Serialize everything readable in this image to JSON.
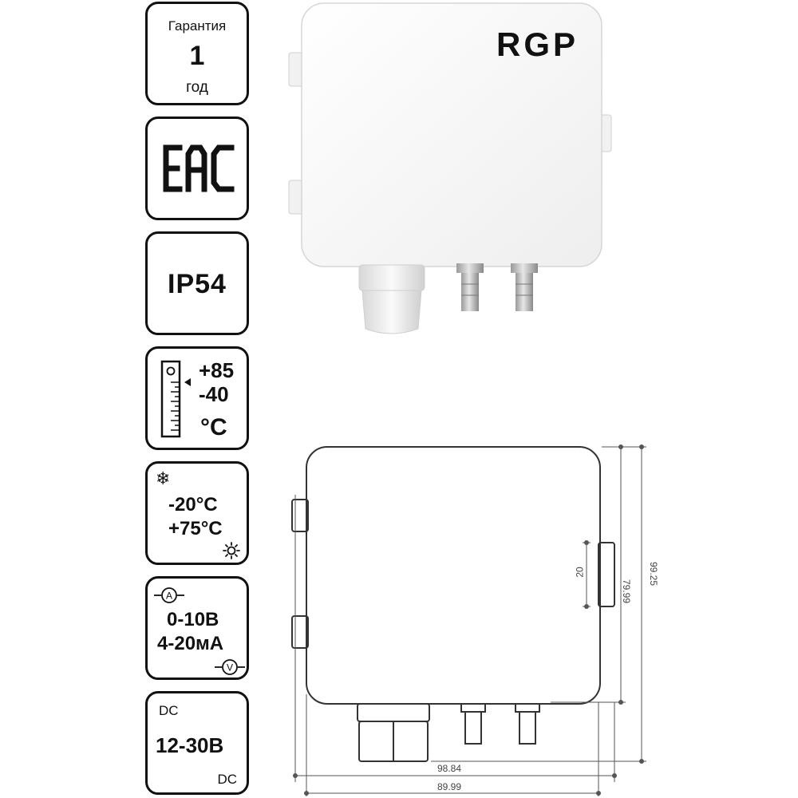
{
  "badges": {
    "warranty": {
      "label": "Гарантия",
      "value": "1",
      "unit": "год"
    },
    "certification": {
      "mark": "EAC",
      "icon": "eac-logo-icon"
    },
    "protection": {
      "value": "IP54"
    },
    "temperature": {
      "max": "+85",
      "min": "-40",
      "unit": "°C",
      "icon": "thermometer-icon"
    },
    "operating": {
      "min": "-20°C",
      "max": "+75°C",
      "cold_icon": "❄",
      "hot_icon": "sun-icon"
    },
    "output": {
      "voltage": "0-10В",
      "current": "4-20мА",
      "a_icon": "A",
      "v_icon": "V"
    },
    "supply": {
      "type_top": "DC",
      "value": "12-30В",
      "type_bottom": "DC"
    }
  },
  "product": {
    "brand": "RGP"
  },
  "drawing": {
    "dim_tab": "20",
    "dim_body_height": "79.99",
    "dim_total_height": "99.25",
    "dim_total_width": "98.84",
    "dim_body_width": "89.99"
  }
}
